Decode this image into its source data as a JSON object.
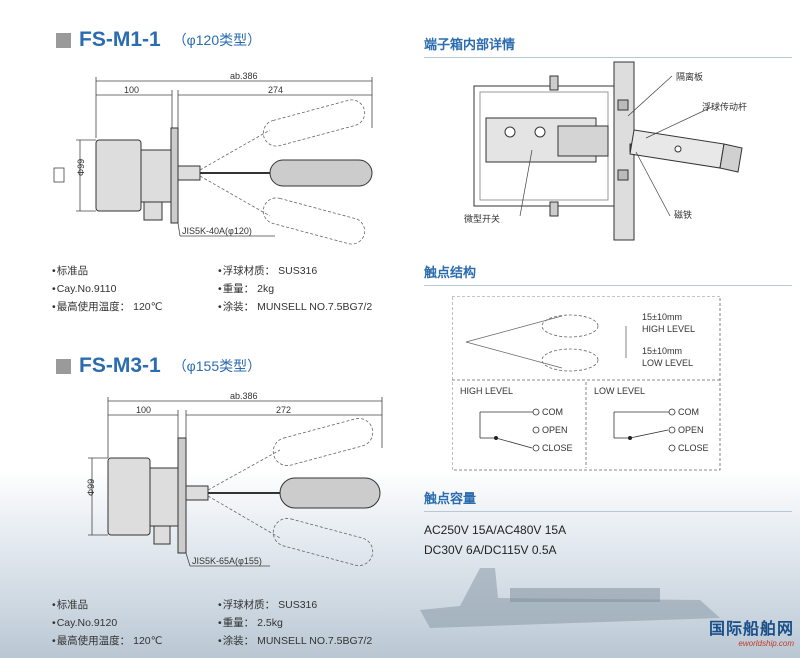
{
  "m1": {
    "model": "FS-M1-1",
    "subtitle": "（φ120类型）",
    "dim_total": "ab.386",
    "dim_left": "100",
    "dim_right": "274",
    "dim_dia": "Φ99",
    "flange_label": "JIS5K-40A(φ120)",
    "specs_left": [
      "标准品",
      "Cay.No.9110",
      "最高使用温度： 120℃"
    ],
    "specs_right": [
      "浮球材质： SUS316",
      "重量： 2kg",
      "涂装： MUNSELL NO.7.5BG7/2"
    ]
  },
  "m3": {
    "model": "FS-M3-1",
    "subtitle": "（φ155类型）",
    "dim_total": "ab.386",
    "dim_left": "100",
    "dim_right": "272",
    "dim_dia": "Φ99",
    "flange_label": "JIS5K-65A(φ155)",
    "specs_left": [
      "标准品",
      "Cay.No.9120",
      "最高使用温度： 120℃"
    ],
    "specs_right": [
      "浮球材质： SUS316",
      "重量： 2.5kg",
      "涂装： MUNSELL NO.7.5BG7/2"
    ]
  },
  "terminal": {
    "heading": "端子箱内部详情",
    "label_separator": "隔离板",
    "label_rod": "浮球传动杆",
    "label_switch": "微型开关",
    "label_magnet": "磁铁"
  },
  "contact": {
    "heading": "触点结构",
    "tol_high": "15±10mm",
    "high_level": "HIGH LEVEL",
    "tol_low": "15±10mm",
    "low_level": "LOW LEVEL",
    "box_high_title": "HIGH LEVEL",
    "box_low_title": "LOW LEVEL",
    "com": "COM",
    "open": "OPEN",
    "close": "CLOSE"
  },
  "capacity": {
    "heading": "触点容量",
    "line1": "AC250V  15A/AC480V 15A",
    "line2": "DC30V 6A/DC115V 0.5A"
  },
  "logo": {
    "name": "国际船舶网",
    "url": "eworldship.com"
  }
}
